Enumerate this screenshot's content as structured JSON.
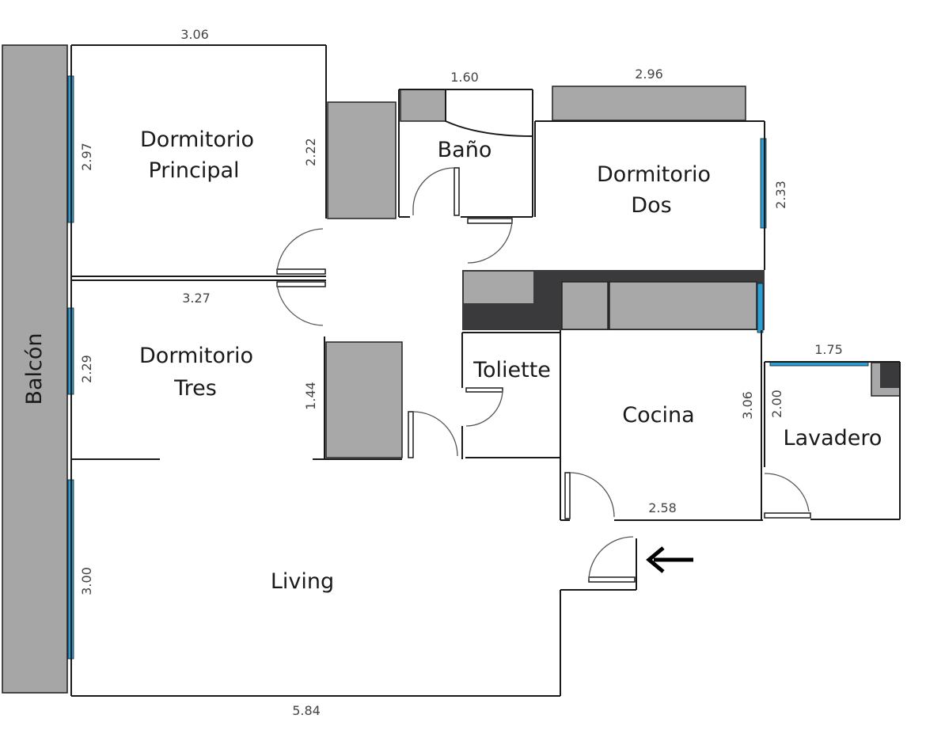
{
  "colors": {
    "wall": "#1a1a1a",
    "window": "#2a9fd6",
    "furniture": "#a8a8a8",
    "dark_counter": "#3a3a3c",
    "balcony": "#a6a6a6",
    "dimension_text": "#444444",
    "room_text": "#1a1a1a"
  },
  "rooms": {
    "dormitorio_principal": [
      "Dormitorio",
      "Principal"
    ],
    "bano": "Baño",
    "dormitorio_dos": [
      "Dormitorio",
      "Dos"
    ],
    "dormitorio_tres": [
      "Dormitorio",
      "Tres"
    ],
    "toliette": "Toliette",
    "cocina": "Cocina",
    "lavadero": "Lavadero",
    "living": "Living",
    "balcon": "Balcón"
  },
  "dimensions": {
    "principal_width": "3.06",
    "principal_height": "2.97",
    "principal_closet": "2.22",
    "bano_width": "1.60",
    "dos_width": "2.96",
    "dos_height": "2.33",
    "tres_width": "3.27",
    "tres_height": "2.29",
    "tres_closet": "1.44",
    "lavadero_width": "1.75",
    "lavadero_height": "2.00",
    "cocina_height": "3.06",
    "cocina_width": "2.58",
    "living_height": "3.00",
    "living_width": "5.84"
  },
  "icons": {
    "entrance": "arrow-left-icon"
  }
}
